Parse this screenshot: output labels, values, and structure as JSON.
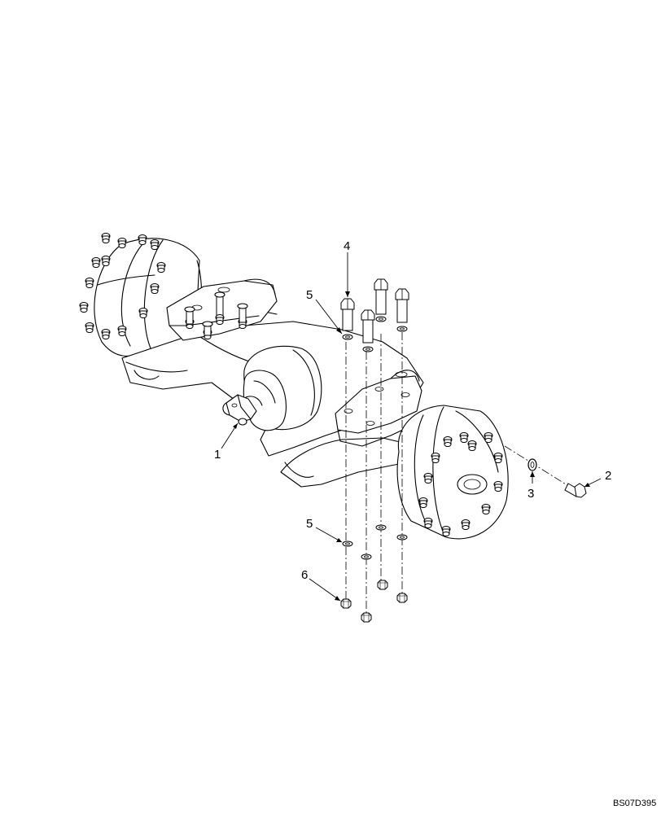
{
  "figure": {
    "code": "BS07D395",
    "callouts": [
      {
        "id": "c1",
        "label": "1"
      },
      {
        "id": "c2",
        "label": "2"
      },
      {
        "id": "c3",
        "label": "3"
      },
      {
        "id": "c4",
        "label": "4"
      },
      {
        "id": "c5a",
        "label": "5"
      },
      {
        "id": "c5b",
        "label": "5"
      },
      {
        "id": "c6",
        "label": "6"
      }
    ]
  }
}
